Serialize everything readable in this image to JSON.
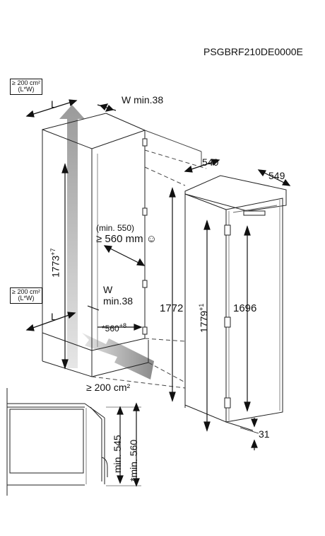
{
  "model_code": "PSGBRF210DE0000E",
  "vent_top": {
    "line1": "≥ 200 cm²",
    "line2": "(L*W)"
  },
  "vent_mid": {
    "line1": "≥ 200 cm²",
    "line2": "(L*W)"
  },
  "label_L_top": "L",
  "label_L_mid": "L",
  "label_W_top": "W min.38",
  "label_W_mid_1": "W",
  "label_W_mid_2": "min.38",
  "label_540": "540",
  "label_549": "549",
  "label_min550": "(min. 550)",
  "label_560mm": "≥ 560 mm ☺",
  "label_1773": "1773",
  "label_1773_sup": "+7",
  "label_560_depth": "*560",
  "label_560_depth_sup": "+8",
  "label_1772": "1772",
  "label_1779": "1779",
  "label_1779_sup": "+1",
  "label_1696": "1696",
  "label_31": "31",
  "label_bottom_vent": "≥ 200 cm²",
  "label_min545": "min. 545",
  "label_min560": "*min. 560"
}
